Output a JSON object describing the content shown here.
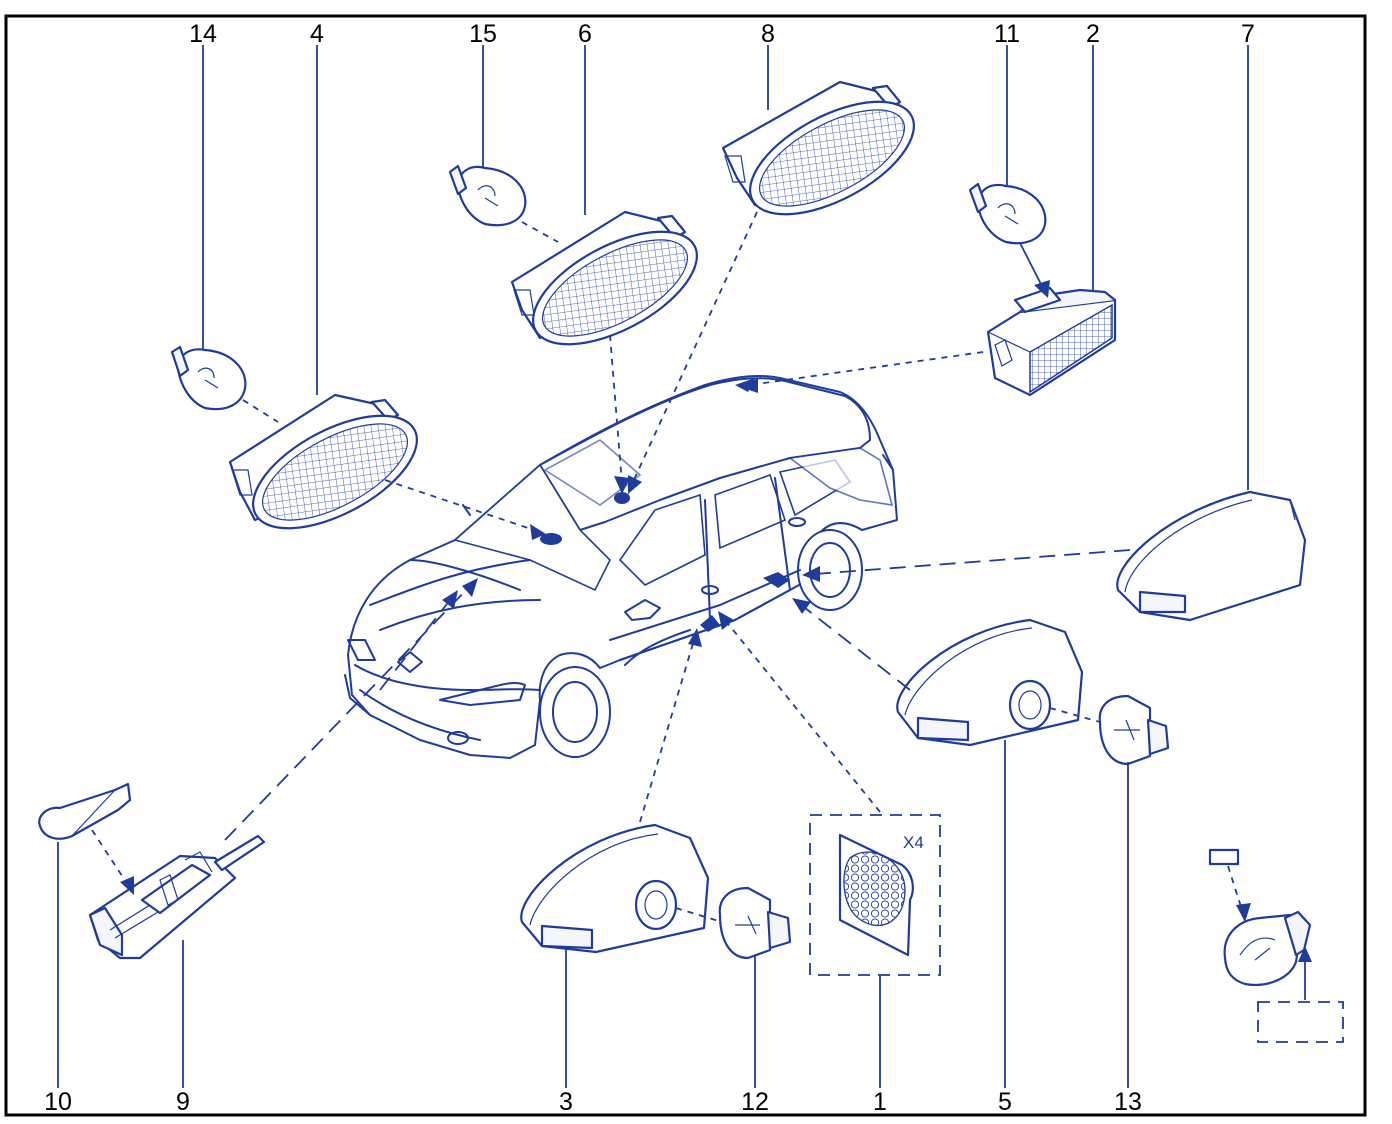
{
  "colors": {
    "ink": "#1f3c9a",
    "frame": "#000000"
  },
  "callouts": {
    "c1": "1",
    "c2": "2",
    "c3": "3",
    "c4": "4",
    "c5": "5",
    "c6": "6",
    "c7": "7",
    "c8": "8",
    "c9": "9",
    "c10": "10",
    "c11": "11",
    "c12": "12",
    "c13": "13",
    "c14": "14",
    "c15": "15"
  },
  "grille_quantity": "X4",
  "icons": {
    "vehicle": "car-body-icon",
    "bulb": "bulb-icon",
    "lamp": "lamp-unit-icon",
    "grille": "speaker-grille-icon"
  }
}
